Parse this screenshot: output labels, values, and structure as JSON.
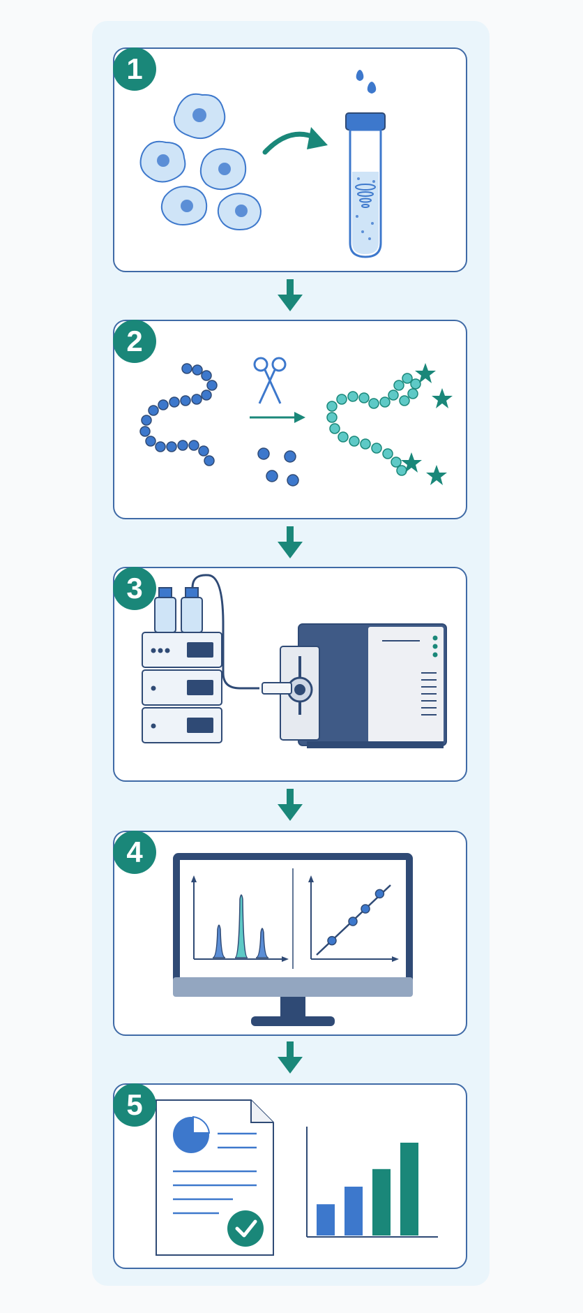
{
  "steps": [
    {
      "number": "1",
      "name": "sample-preparation",
      "icons": [
        "cells-icon",
        "curved-arrow-icon",
        "test-tube-icon"
      ]
    },
    {
      "number": "2",
      "name": "digestion-labeling",
      "icons": [
        "protein-chain-icon",
        "scissors-icon",
        "right-arrow-icon",
        "peptide-fragments-icon",
        "labeled-peptides-icon"
      ]
    },
    {
      "number": "3",
      "name": "lc-ms-analysis",
      "icons": [
        "lc-system-icon",
        "mass-spectrometer-icon"
      ]
    },
    {
      "number": "4",
      "name": "data-analysis",
      "icons": [
        "monitor-icon",
        "chromatogram-icon",
        "calibration-curve-icon"
      ]
    },
    {
      "number": "5",
      "name": "reporting",
      "icons": [
        "report-document-icon",
        "pie-chart-icon",
        "check-icon",
        "bar-chart-icon"
      ]
    }
  ],
  "colors": {
    "teal": "#1a8779",
    "navy": "#2f4a75",
    "blue": "#3d78cc",
    "light_blue": "#cfe4f7",
    "aqua": "#5ec9c6",
    "panel_bg": "#eaf5fb",
    "border": "#3f6aa6"
  },
  "chromatogram_peaks": [
    0.55,
    1.0,
    0.5
  ],
  "calibration_points": [
    [
      0.25,
      0.22
    ],
    [
      0.5,
      0.45
    ],
    [
      0.65,
      0.6
    ],
    [
      0.82,
      0.78
    ]
  ],
  "report_bars": [
    0.32,
    0.5,
    0.68,
    0.95
  ]
}
